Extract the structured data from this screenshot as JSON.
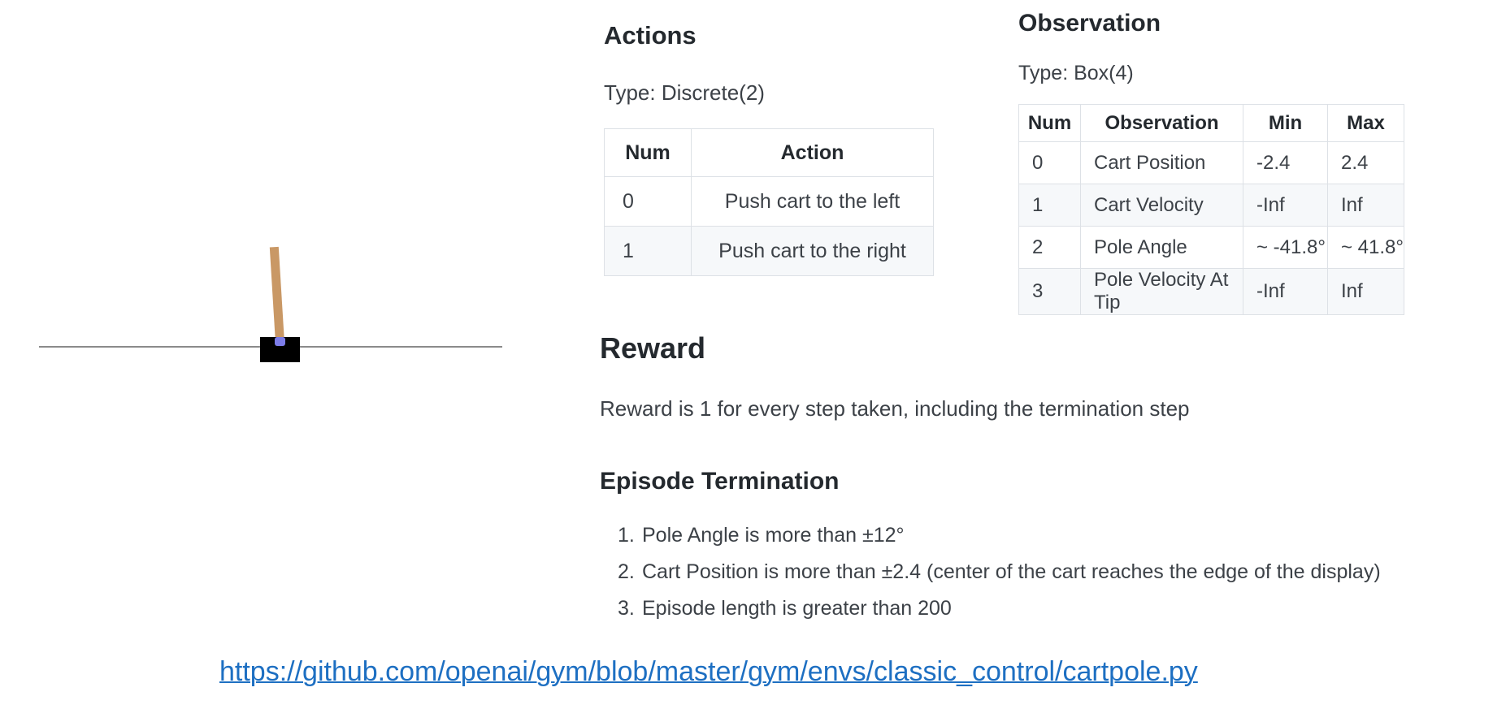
{
  "figure": {
    "description": "cartpole-environment-rendering",
    "track_color": "#8a8a8a",
    "cart_color": "#000000",
    "pole_color": "#c99865",
    "axle_color": "#7c7ce8"
  },
  "actions": {
    "heading": "Actions",
    "type_line": "Type: Discrete(2)",
    "table": {
      "headers": [
        "Num",
        "Action"
      ],
      "rows": [
        {
          "num": "0",
          "action": "Push cart to the left"
        },
        {
          "num": "1",
          "action": "Push cart to the right"
        }
      ]
    }
  },
  "observation": {
    "heading": "Observation",
    "type_line": "Type: Box(4)",
    "table": {
      "headers": [
        "Num",
        "Observation",
        "Min",
        "Max"
      ],
      "rows": [
        {
          "num": "0",
          "observation": "Cart Position",
          "min": "-2.4",
          "max": "2.4"
        },
        {
          "num": "1",
          "observation": "Cart Velocity",
          "min": "-Inf",
          "max": "Inf"
        },
        {
          "num": "2",
          "observation": "Pole Angle",
          "min": "~ -41.8°",
          "max": "~ 41.8°"
        },
        {
          "num": "3",
          "observation": "Pole Velocity At Tip",
          "min": "-Inf",
          "max": "Inf"
        }
      ]
    }
  },
  "reward": {
    "heading": "Reward",
    "body": "Reward is 1 for every step taken, including the termination step"
  },
  "termination": {
    "heading": "Episode Termination",
    "items": [
      {
        "num": "1.",
        "text": "Pole Angle is more than ±12°"
      },
      {
        "num": "2.",
        "text": "Cart Position is more than ±2.4 (center of the cart reaches the edge of the display)"
      },
      {
        "num": "3.",
        "text": "Episode length is greater than 200"
      }
    ]
  },
  "footer": {
    "link_text": "https://github.com/openai/gym/blob/master/gym/envs/classic_control/cartpole.py",
    "link_color": "#1d6fc2"
  }
}
